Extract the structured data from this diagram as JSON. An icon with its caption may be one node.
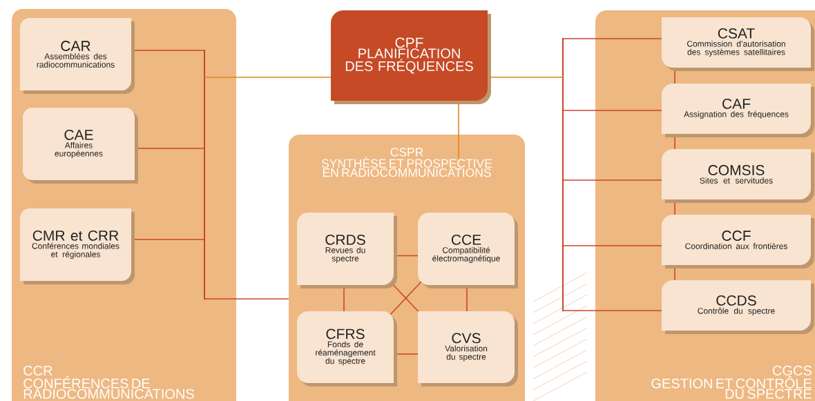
{
  "diagram": {
    "nodes": [
      {
        "text": [
          "CCR",
          "CONFÉRENCES DE RADIOCOMMUNICATIONS"
        ]
      },
      {
        "text": [
          "CAR",
          "Assemblées des radiocommunications"
        ],
        "in": 0
      },
      {
        "text": [
          "CAE",
          "Affaires européennes"
        ],
        "in": 0
      },
      {
        "text": [
          "CMR et CRR",
          "Conférences mondiales et régionales"
        ],
        "in": 0
      },
      {
        "text": [
          "CPF",
          "PLANIFICATION DES FRÉQUENCES"
        ]
      },
      {
        "text": [
          "CSPR",
          "SYNTHÈSE ET PROSPECTIVE EN RADIOCOMMUNICATIONS"
        ]
      },
      {
        "text": [
          "CRDS",
          "Revues du spectre"
        ],
        "in": 5
      },
      {
        "text": [
          "CCE",
          "Compatibilité électromagnétique"
        ],
        "in": 5
      },
      {
        "text": [
          "CFRS",
          "Fonds de réaménagement du spectre"
        ],
        "in": 5
      },
      {
        "text": [
          "CVS",
          "Valorisation du spectre"
        ],
        "in": 5
      },
      {
        "text": [
          "CGCS",
          "GESTION ET CONTRÔLE DU SPECTRE"
        ]
      },
      {
        "text": [
          "CSAT",
          "Commission d’autorisation des systèmes satellitaires"
        ],
        "in": 10
      },
      {
        "text": [
          "CAF",
          "Assignation des fréquences"
        ],
        "in": 10
      },
      {
        "text": [
          "COMSIS",
          "Sites et servitudes"
        ],
        "in": 10
      },
      {
        "text": [
          "CCF",
          "Coordination aux frontières"
        ],
        "in": 10
      },
      {
        "text": [
          "CCDS",
          "Contrôle du spectre"
        ],
        "in": 10
      },
      {
        "text": [],
        "shape": "bar",
        "in": 0
      },
      {
        "text": [],
        "shape": "bar"
      }
    ],
    "edges": [
      {
        "from": 1,
        "to": 16,
        "arrow": "none"
      },
      {
        "from": 2,
        "to": 16,
        "arrow": "none"
      },
      {
        "from": 3,
        "to": 16,
        "arrow": "none"
      },
      {
        "from": 16,
        "to": 4,
        "arrow": "none",
        "color": "#e0861a"
      },
      {
        "from": 16,
        "to": 5,
        "arrow": "none"
      },
      {
        "from": 4,
        "to": 5,
        "arrow": "none",
        "color": "#e0861a"
      },
      {
        "from": 4,
        "to": 17,
        "arrow": "none",
        "color": "#e0861a"
      },
      {
        "from": 11,
        "to": 17,
        "arrow": "none"
      },
      {
        "from": 12,
        "to": 17,
        "arrow": "none"
      },
      {
        "from": 13,
        "to": 17,
        "arrow": "none"
      },
      {
        "from": 14,
        "to": 17,
        "arrow": "none"
      },
      {
        "from": 15,
        "to": 17,
        "arrow": "none"
      },
      {
        "from": 6,
        "to": 7,
        "arrow": "none"
      },
      {
        "from": 6,
        "to": 8,
        "arrow": "none"
      },
      {
        "from": 7,
        "to": 9,
        "arrow": "none"
      },
      {
        "from": 8,
        "to": 9,
        "arrow": "none"
      },
      {
        "from": 6,
        "to": 9,
        "arrow": "none"
      },
      {
        "from": 7,
        "to": 8,
        "arrow": "none"
      },
      {
        "from": 11,
        "to": 12,
        "arrow": "none"
      },
      {
        "from": 12,
        "to": 13,
        "arrow": "none"
      },
      {
        "from": 13,
        "to": 14,
        "arrow": "none"
      },
      {
        "from": 14,
        "to": 15,
        "arrow": "none"
      }
    ]
  }
}
